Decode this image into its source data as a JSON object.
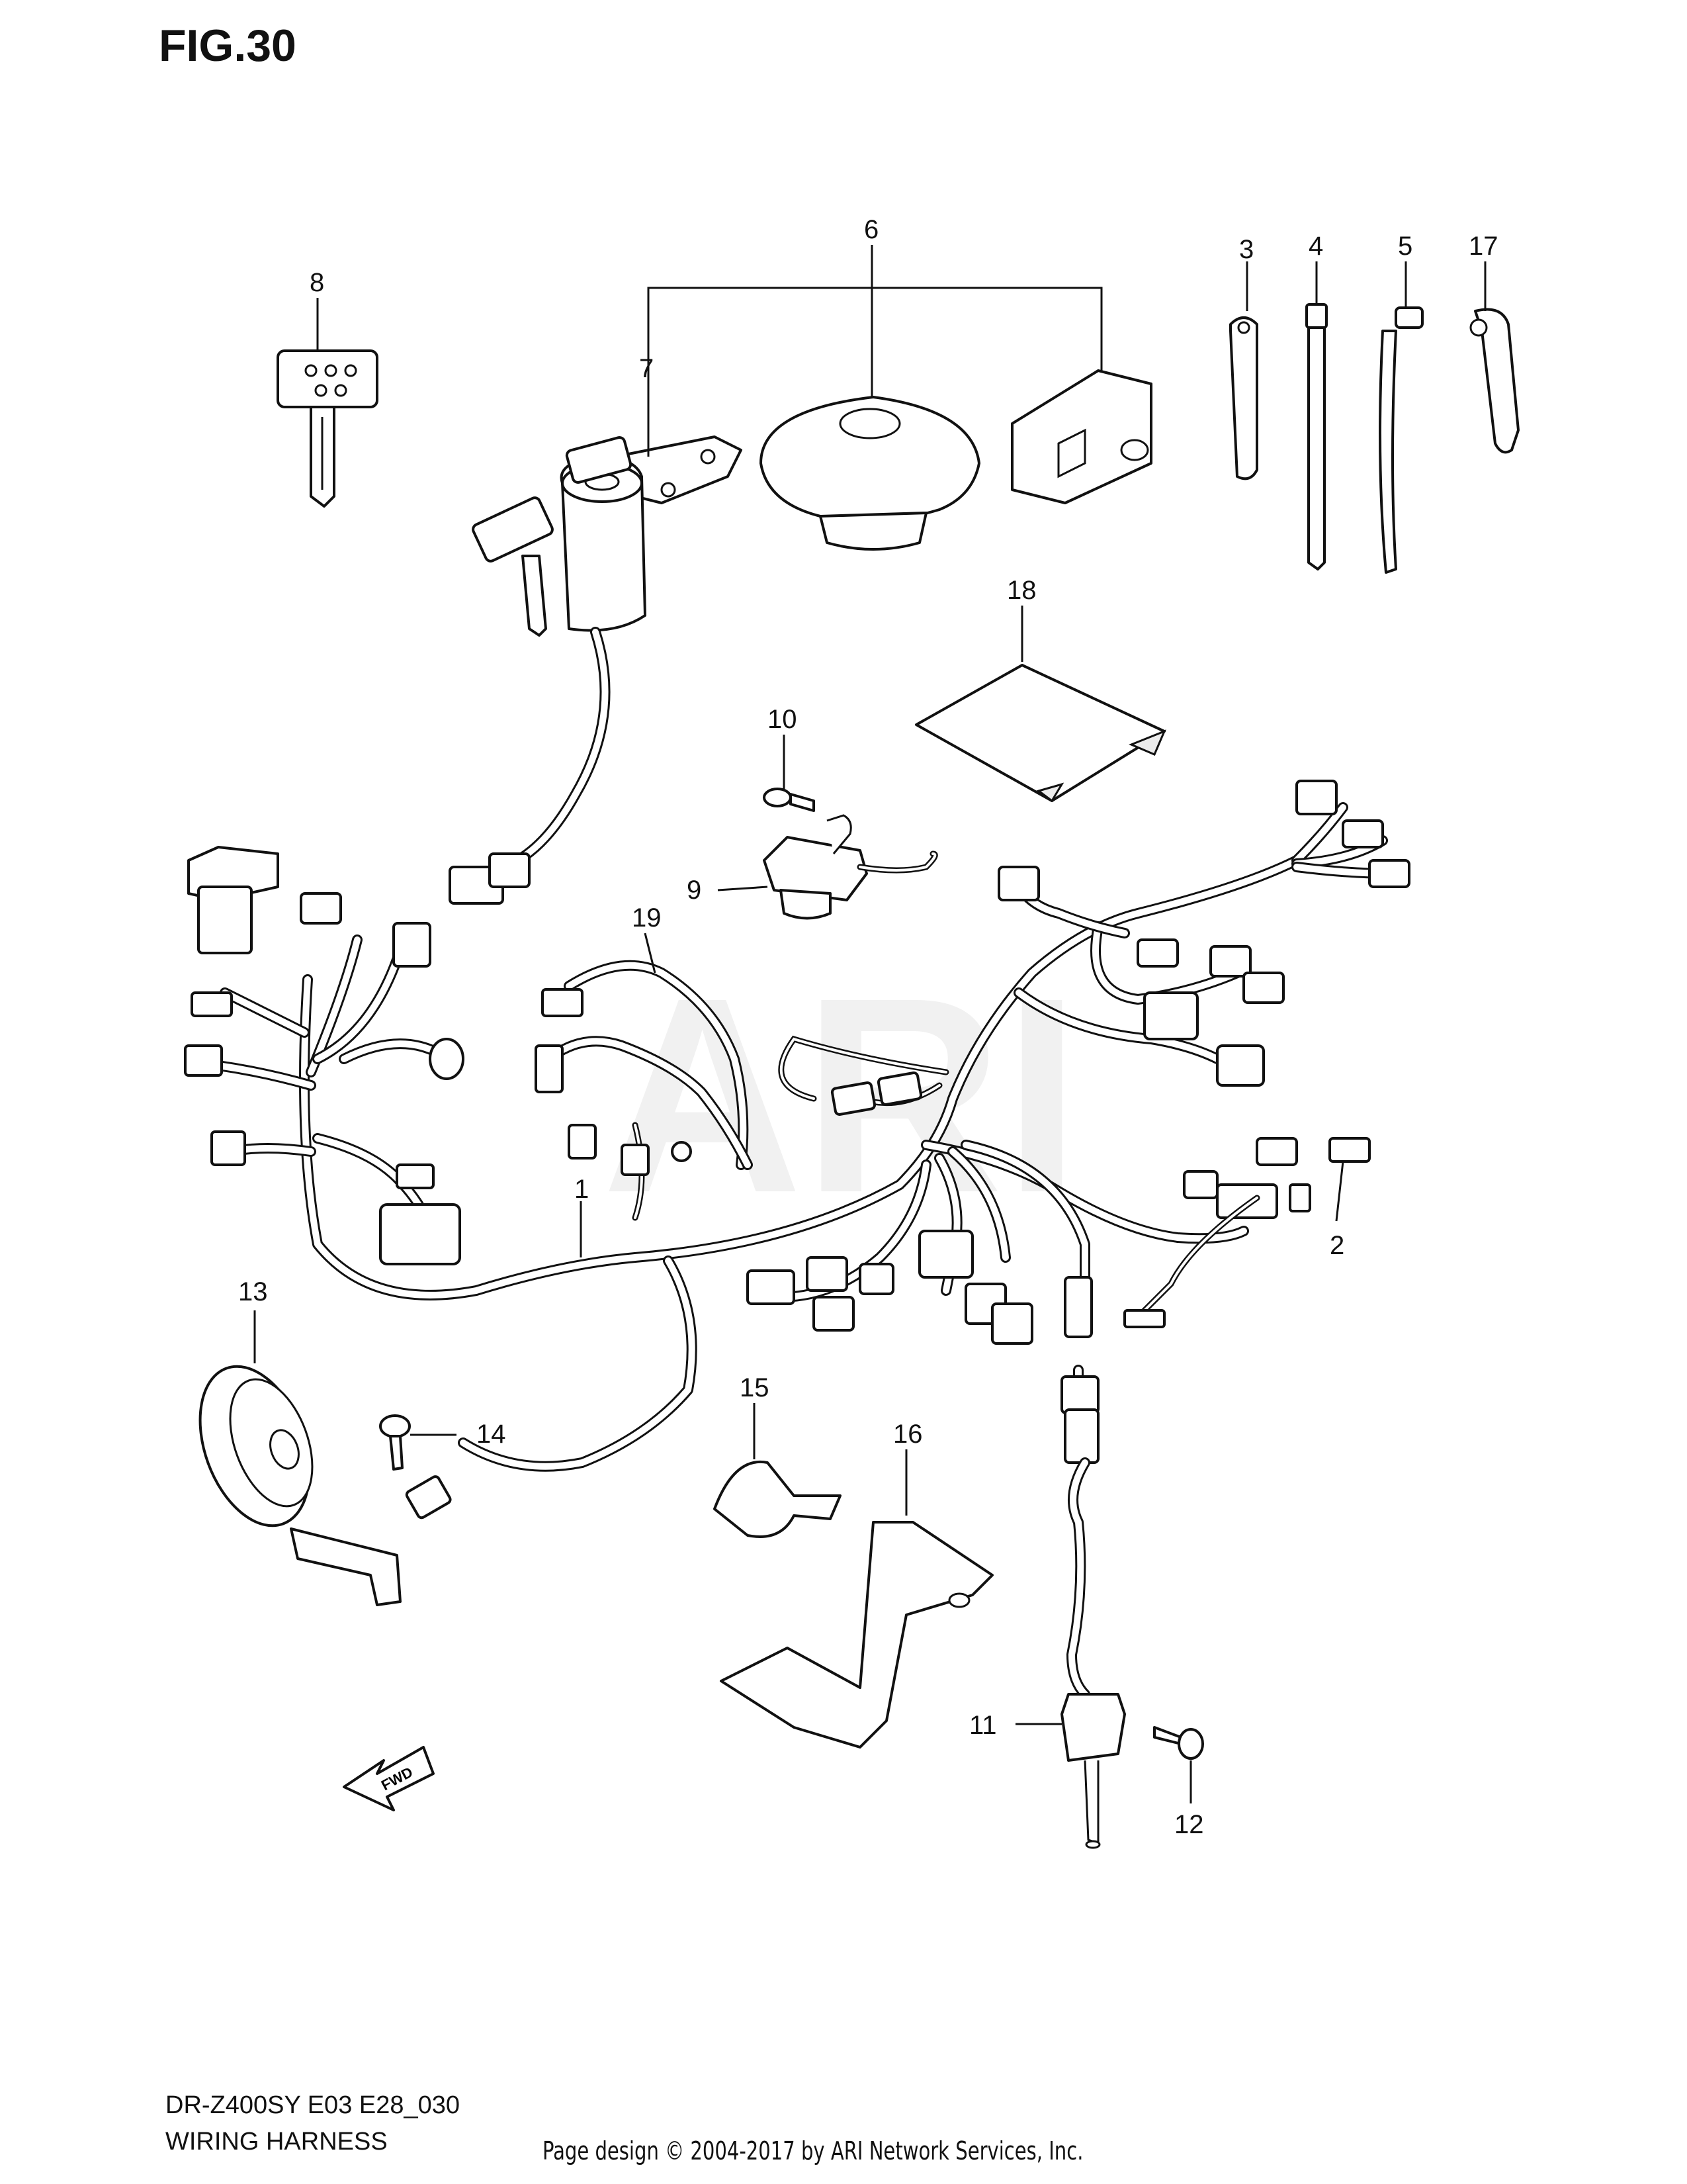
{
  "figure": {
    "title": "FIG.30",
    "model_code": "DR-Z400SY E03 E28_030",
    "name": "WIRING HARNESS",
    "credit": "Page design © 2004-2017 by ARI Network Services, Inc.",
    "watermark": "ARI",
    "direction_label": "FWD"
  },
  "callouts": [
    {
      "id": "1",
      "label": "1"
    },
    {
      "id": "2",
      "label": "2"
    },
    {
      "id": "3",
      "label": "3"
    },
    {
      "id": "4",
      "label": "4"
    },
    {
      "id": "5",
      "label": "5"
    },
    {
      "id": "6",
      "label": "6"
    },
    {
      "id": "7",
      "label": "7"
    },
    {
      "id": "8",
      "label": "8"
    },
    {
      "id": "9",
      "label": "9"
    },
    {
      "id": "10",
      "label": "10"
    },
    {
      "id": "11",
      "label": "11"
    },
    {
      "id": "12",
      "label": "12"
    },
    {
      "id": "13",
      "label": "13"
    },
    {
      "id": "14",
      "label": "14"
    },
    {
      "id": "15",
      "label": "15"
    },
    {
      "id": "16",
      "label": "16"
    },
    {
      "id": "17",
      "label": "17"
    },
    {
      "id": "18",
      "label": "18"
    },
    {
      "id": "19",
      "label": "19"
    }
  ]
}
